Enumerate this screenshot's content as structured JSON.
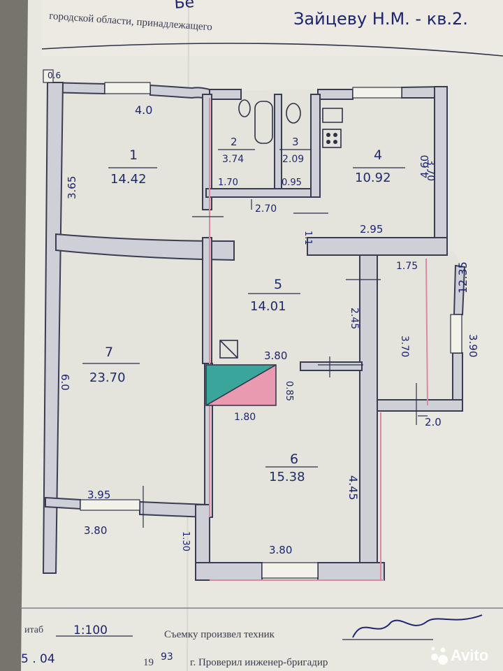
{
  "header": {
    "printed_line": "городской области, принадлежащего",
    "owner": "Зайцеву Н.М. - кв.2.",
    "top_fragment": "Бе"
  },
  "rooms": [
    {
      "num": "1",
      "area": "14.42"
    },
    {
      "num": "2",
      "area": "3.74"
    },
    {
      "num": "3",
      "area": "2.09"
    },
    {
      "num": "4",
      "area": "10.92"
    },
    {
      "num": "5",
      "area": "14.01"
    },
    {
      "num": "6",
      "area": "15.38"
    },
    {
      "num": "7",
      "area": "23.70"
    }
  ],
  "dimensions": {
    "d_4_0": "4.0",
    "d_3_65": "3.65",
    "d_1_70": "1.70",
    "d_0_95": "0.95",
    "d_2_70": "2.70",
    "d_1_1": "1.1",
    "d_2_95": "2.95",
    "d_3_70_r4": "3.70",
    "d_4_60": "4.60",
    "d_12_35": "12.35",
    "d_1_75": "1.75",
    "d_3_90": "3.90",
    "d_3_70_v": "3.70",
    "d_2_45": "2.45",
    "d_3_80_mid": "3.80",
    "d_6_0": "6.0",
    "d_0_85": "0.85",
    "d_1_80": "1.80",
    "d_2_0": "2.0",
    "d_4_45": "4.45",
    "d_3_95": "3.95",
    "d_3_80_left": "3.80",
    "d_1_30": "1.30",
    "d_3_80_bottom": "3.80",
    "d_0_6": "0.6"
  },
  "footer": {
    "scale_label": "итаб",
    "scale_value": "1:100",
    "surveyed": "Съемку произвел техник",
    "checked": "г. Проверил инженер-бригадир",
    "date_prefix": "5 . 04",
    "year_19": "19",
    "year_93": "93"
  },
  "watermark": {
    "brand": "Avito"
  },
  "colors": {
    "paper": "#e9e9e1",
    "ink_blue": "#1f2a6b",
    "wall_fill": "#cfcfd8",
    "pink": "#e99ab0",
    "teal": "#3aa59a"
  }
}
